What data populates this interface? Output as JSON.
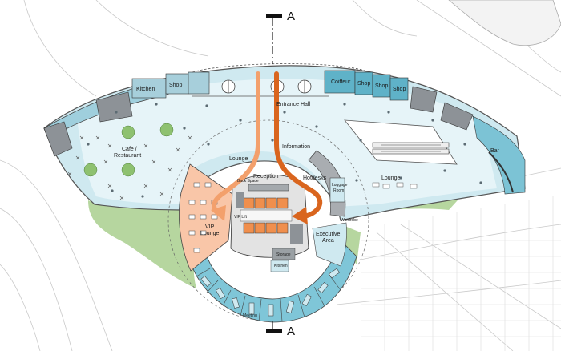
{
  "section_marks": {
    "top": "A",
    "bottom": "A"
  },
  "labels": {
    "kitchen_top": "Kitchen",
    "shop_left": "Shop",
    "coiffeur": "Coiffeur",
    "shop_r1": "Shop",
    "shop_r2": "Shop",
    "shop_r3": "Shop",
    "entrance_hall": "Entrance Hall",
    "cafe_line1": "Cafe /",
    "cafe_line2": "Restaurant",
    "bar": "Bar",
    "lounge_top": "Lounge",
    "information": "Information",
    "lounge_right": "Lounge",
    "reception": "Reception",
    "hotdesks": "Hotdesks",
    "luggage_line1": "Luggage",
    "luggage_line2": "Room",
    "vip_line1": "VIP",
    "vip_line2": "Lounge",
    "executive_line1": "Executive",
    "executive_line2": "Area",
    "kitchen_small": "Kitchen",
    "storage": "Storage",
    "wardrobe": "Wardrobe",
    "meeting": "Meeting",
    "back_space": "Back Space",
    "vip_lift": "VIP Lift"
  }
}
